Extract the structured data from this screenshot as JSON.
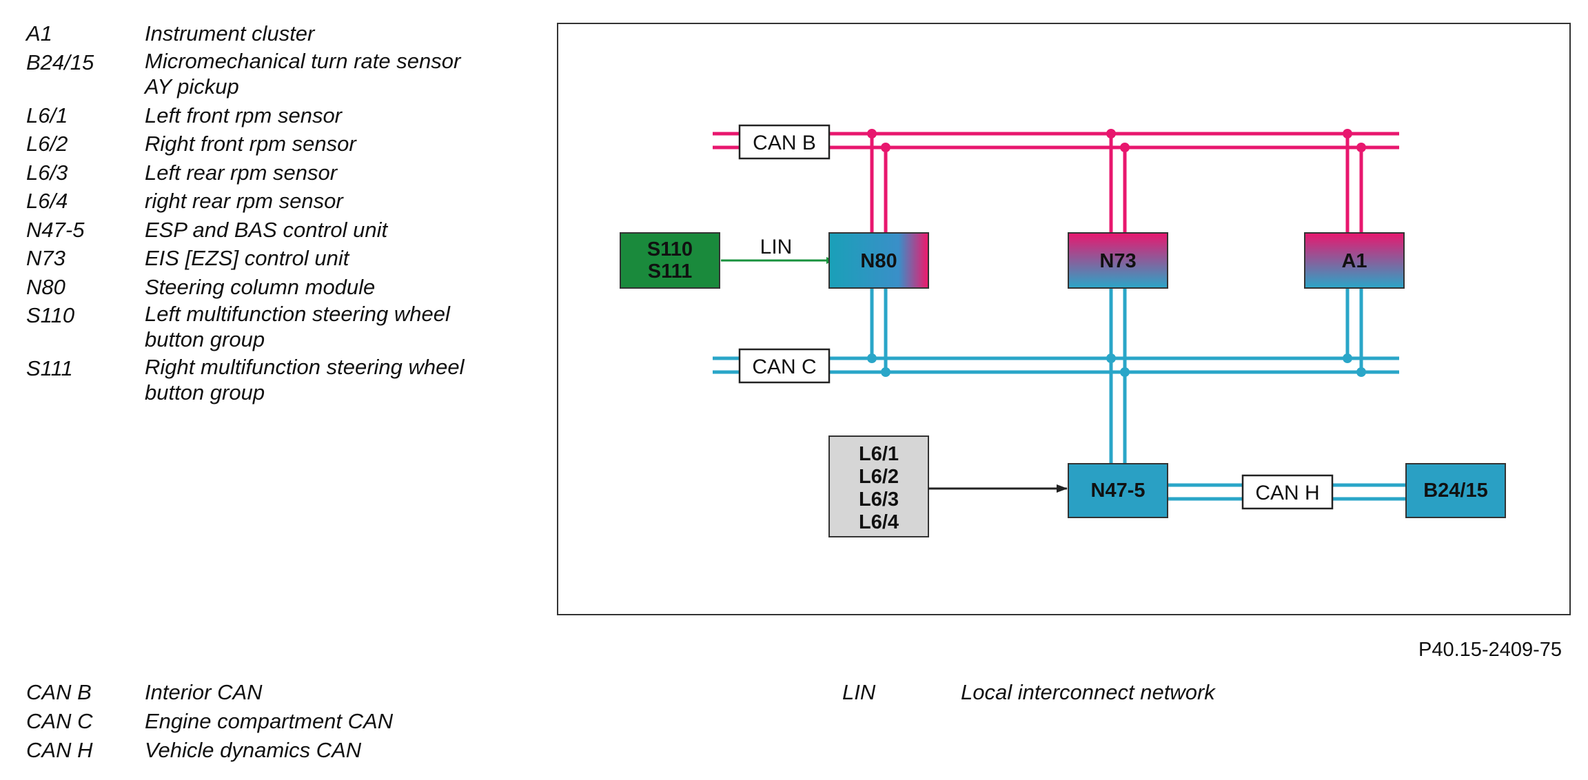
{
  "legend": [
    {
      "key": "A1",
      "desc": [
        "Instrument cluster"
      ]
    },
    {
      "key": "B24/15",
      "desc": [
        "Micromechanical turn rate sensor",
        "AY pickup"
      ]
    },
    {
      "key": "L6/1",
      "desc": [
        "Left front rpm sensor"
      ]
    },
    {
      "key": "L6/2",
      "desc": [
        "Right front rpm sensor"
      ]
    },
    {
      "key": "L6/3",
      "desc": [
        "Left rear rpm sensor"
      ]
    },
    {
      "key": "L6/4",
      "desc": [
        "right rear rpm sensor"
      ]
    },
    {
      "key": "N47-5",
      "desc": [
        "ESP and BAS control unit"
      ]
    },
    {
      "key": "N73",
      "desc": [
        "EIS [EZS] control unit"
      ]
    },
    {
      "key": "N80",
      "desc": [
        "Steering column module"
      ]
    },
    {
      "key": "S110",
      "desc": [
        "Left multifunction steering wheel",
        "button group"
      ]
    },
    {
      "key": "S111",
      "desc": [
        "Right multifunction steering wheel",
        "button group"
      ]
    }
  ],
  "abbreviations_left": [
    {
      "key": "CAN B",
      "desc": "Interior CAN"
    },
    {
      "key": "CAN C",
      "desc": "Engine compartment CAN"
    },
    {
      "key": "CAN H",
      "desc": "Vehicle dynamics CAN"
    }
  ],
  "abbreviations_right": [
    {
      "key": "LIN",
      "desc": "Local interconnect network"
    }
  ],
  "figure_ref": "P40.15-2409-75",
  "diagram": {
    "bus_labels": {
      "can_b": "CAN B",
      "can_c": "CAN C",
      "can_h": "CAN H",
      "lin": "LIN"
    },
    "nodes": {
      "s110_s111": [
        "S110",
        "S111"
      ],
      "n80": "N80",
      "n73": "N73",
      "a1": "A1",
      "n47": "N47-5",
      "b24": "B24/15",
      "l6": [
        "L6/1",
        "L6/2",
        "L6/3",
        "L6/4"
      ]
    }
  },
  "colors": {
    "can_b": "#e8176e",
    "can_c": "#2aa6c8",
    "lin": "#17913c",
    "s_block": "#1a8a3c",
    "sensor_block": "#d6d6d6",
    "n47_block": "#2aa0c4"
  }
}
